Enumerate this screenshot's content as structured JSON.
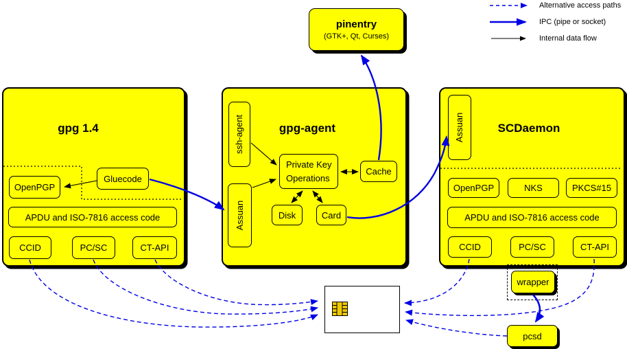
{
  "legend": {
    "items": [
      {
        "id": "alternative",
        "label": "Alternative access paths",
        "style": "dashed-blue"
      },
      {
        "id": "ipc",
        "label": "IPC (pipe or socket)",
        "style": "solid-blue-thick"
      },
      {
        "id": "internal",
        "label": "Internal data flow",
        "style": "solid-black-thin"
      }
    ]
  },
  "nodes": {
    "pinentry": {
      "title": "pinentry",
      "subtitle": "(GTK+, Qt, Curses)"
    },
    "gpg14": {
      "title": "gpg 1.4",
      "children": {
        "gluecode": "Gluecode",
        "openpgp": "OpenPGP",
        "apdu": "APDU and ISO-7816 access code",
        "ccid": "CCID",
        "pcsc": "PC/SC",
        "ctapi": "CT-API"
      }
    },
    "gpgagent": {
      "title": "gpg-agent",
      "children": {
        "sshagent": "ssh-agent",
        "assuan": "Assuan",
        "pko_line1": "Private Key",
        "pko_line2": "Operations",
        "cache": "Cache",
        "disk": "Disk",
        "card": "Card"
      }
    },
    "scdaemon": {
      "title": "SCDaemon",
      "children": {
        "assuan": "Assuan",
        "openpgp": "OpenPGP",
        "nks": "NKS",
        "pkcs15": "PKCS#15",
        "apdu": "APDU and ISO-7816 access code",
        "ccid": "CCID",
        "pcsc": "PC/SC",
        "ctapi": "CT-API"
      }
    },
    "wrapper": {
      "label": "wrapper"
    },
    "pcsd": {
      "label": "pcsd"
    },
    "smartcard": {
      "icon": "smartcard-chip-icon"
    }
  },
  "colors": {
    "node_fill": "#ffff00",
    "ipc_blue": "#0000e6",
    "line_black": "#000000",
    "chip_gold": "#eec900"
  }
}
